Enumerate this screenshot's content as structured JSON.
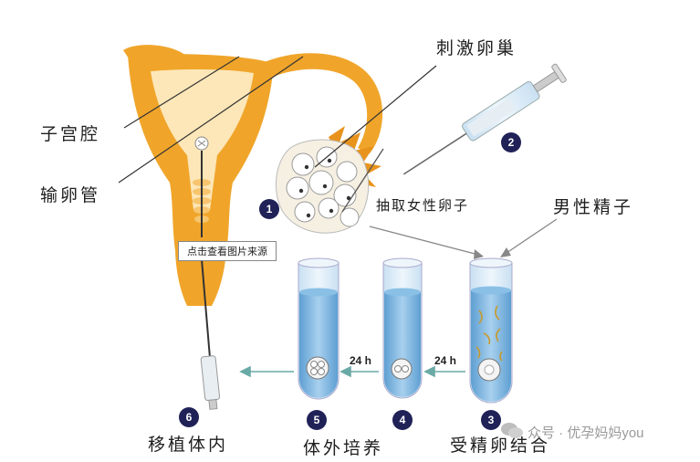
{
  "labels": {
    "uterine_cavity": "子宫腔",
    "fallopian_tube": "输卵管",
    "stimulate_ovary": "刺激卵巢",
    "retrieve_eggs": "抽取女性卵子",
    "male_sperm": "男性精子",
    "transfer_into_body": "移植体内",
    "in_vitro_culture": "体外培养",
    "fertilization": "受精卵结合"
  },
  "timing": {
    "first": "24 h",
    "second": "24 h"
  },
  "badges": [
    "1",
    "2",
    "3",
    "4",
    "5",
    "6"
  ],
  "tooltip": "点击查看图片来源",
  "watermark": "众号 · 优孕妈妈you",
  "colors": {
    "uterus_orange": "#f0a52a",
    "uterus_light": "#fde7b8",
    "tube_liquid": "#7cb6e0",
    "tube_glass": "#dcebf7",
    "badge_navy": "#1f2157",
    "arrow_teal": "#6aaaa6"
  }
}
